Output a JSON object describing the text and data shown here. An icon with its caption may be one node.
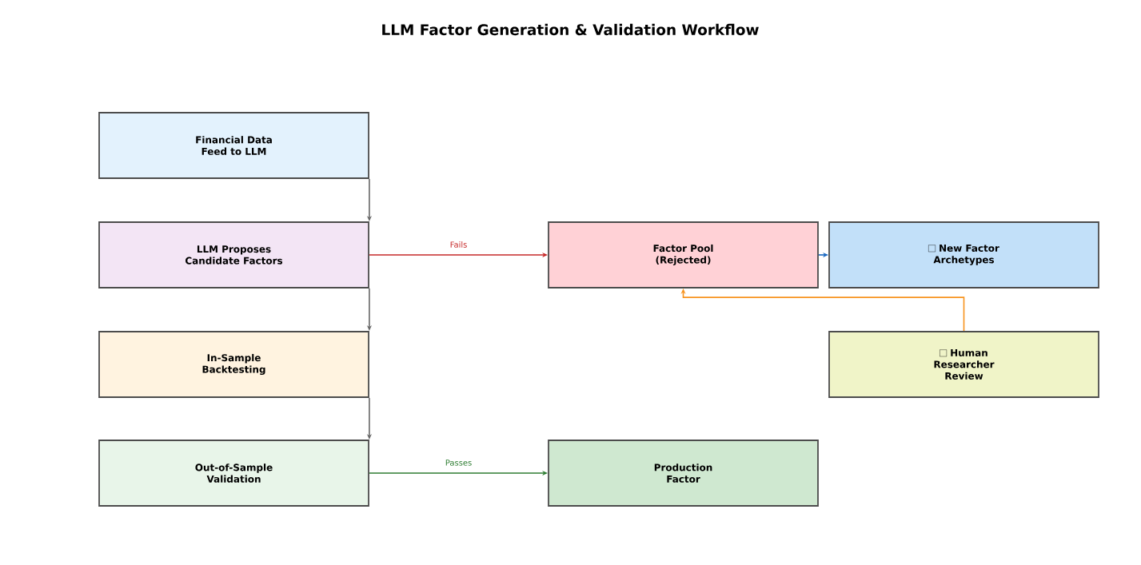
{
  "diagram": {
    "title": "LLM Factor Generation & Validation Workflow",
    "nodes": [
      {
        "text": [
          "Financial Data Feed to LLM"
        ]
      },
      {
        "text": [
          "LLM Proposes Candidate Factors"
        ]
      },
      {
        "text": [
          "In-Sample Backtesting"
        ]
      },
      {
        "text": [
          "Out-of-Sample Validation"
        ]
      },
      {
        "text": [
          "Factor Pool (Rejected)"
        ]
      },
      {
        "text": [
          "New Factor Archetypes"
        ]
      },
      {
        "text": [
          "Human Researcher Review"
        ]
      },
      {
        "text": [
          "Production Factor"
        ]
      }
    ],
    "edges": [
      {
        "from": 0,
        "to": 1,
        "arrow": "to"
      },
      {
        "from": 1,
        "to": 2,
        "arrow": "to"
      },
      {
        "from": 2,
        "to": 3,
        "arrow": "to"
      },
      {
        "from": 1,
        "to": 4,
        "arrow": "to",
        "label": "Fails",
        "color": "#c62828"
      },
      {
        "from": 4,
        "to": 5,
        "arrow": "to",
        "color": "#1565c0"
      },
      {
        "from": 6,
        "to": 4,
        "arrow": "to",
        "color": "#f7931e"
      },
      {
        "from": 3,
        "to": 7,
        "arrow": "to",
        "label": "Passes",
        "color": "#2e7d32"
      }
    ]
  }
}
